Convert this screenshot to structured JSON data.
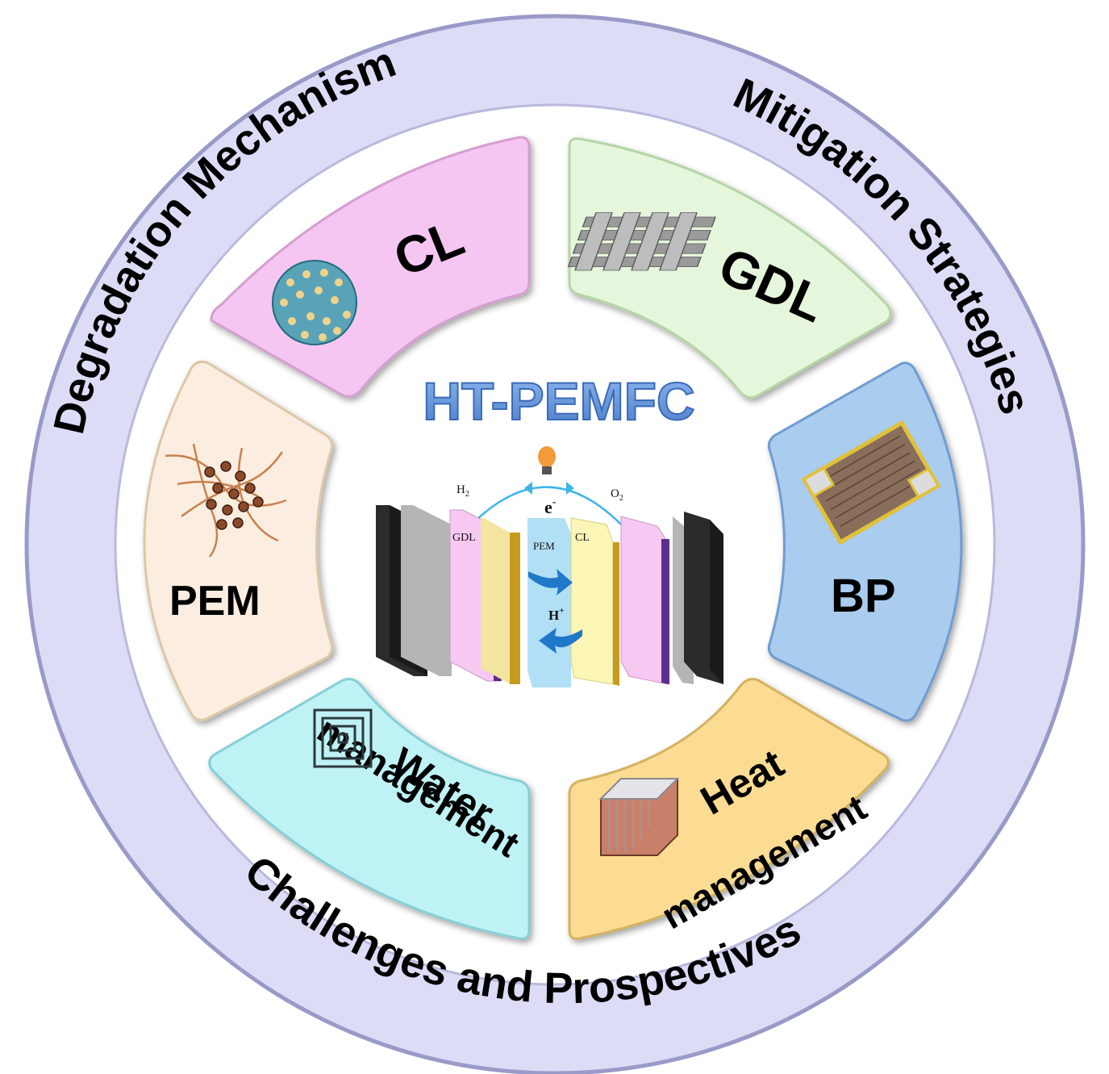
{
  "ring": {
    "top_left": "Degradation Mechanism",
    "top_right": "Mitigation Strategies",
    "bottom": "Challenges and Prospectives"
  },
  "segments": {
    "cl": "CL",
    "gdl": "GDL",
    "pem": "PEM",
    "bp": "BP",
    "water_line1": "Water",
    "water_line2": "management",
    "heat_line1": "Heat",
    "heat_line2": "management"
  },
  "center": {
    "title": "HT-PEMFC",
    "h2_base": "H",
    "h2_sub": "2",
    "o2_base": "O",
    "o2_sub": "2",
    "electron_base": "e",
    "electron_sup": "-",
    "proton_base": "H",
    "proton_sup": "+",
    "gdl": "GDL",
    "pem": "PEM",
    "cl": "CL"
  },
  "colors": {
    "ring": "#dcdcf7",
    "cl": "#f6c6f2",
    "gdl": "#e6f6dc",
    "bp": "#a9ccef",
    "heat": "#fbdc92",
    "water": "#bff2f5",
    "pem": "#fbeee0",
    "title": "#5b8fd6"
  }
}
